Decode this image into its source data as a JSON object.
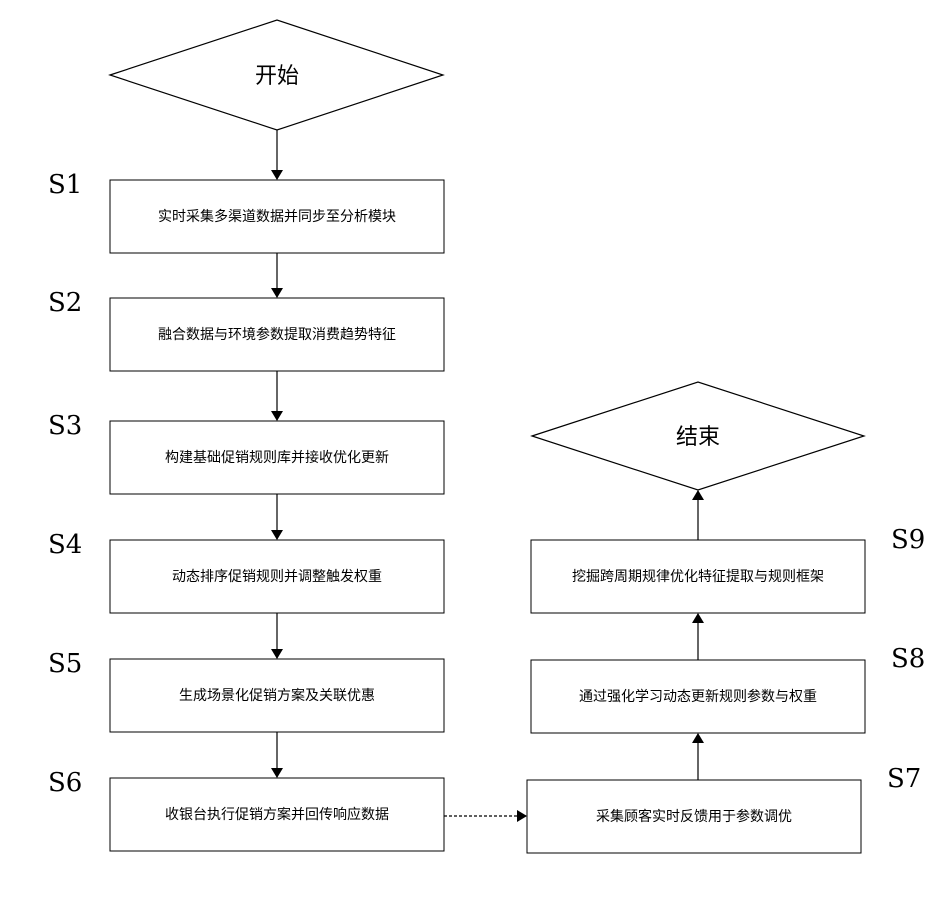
{
  "start": {
    "label": "开始"
  },
  "end": {
    "label": "结束"
  },
  "steps": [
    {
      "id": "S1",
      "text": "实时采集多渠道数据并同步至分析模块"
    },
    {
      "id": "S2",
      "text": "融合数据与环境参数提取消费趋势特征"
    },
    {
      "id": "S3",
      "text": "构建基础促销规则库并接收优化更新"
    },
    {
      "id": "S4",
      "text": "动态排序促销规则并调整触发权重"
    },
    {
      "id": "S5",
      "text": "生成场景化促销方案及关联优惠"
    },
    {
      "id": "S6",
      "text": "收银台执行促销方案并回传响应数据"
    },
    {
      "id": "S7",
      "text": "采集顾客实时反馈用于参数调优"
    },
    {
      "id": "S8",
      "text": "通过强化学习动态更新规则参数与权重"
    },
    {
      "id": "S9",
      "text": "挖掘跨周期规律优化特征提取与规则框架"
    }
  ]
}
